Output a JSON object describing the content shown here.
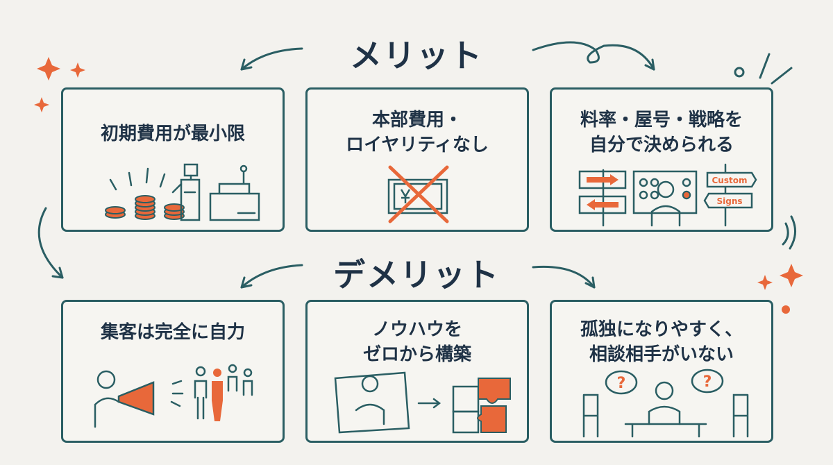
{
  "colors": {
    "teal": "#2a5e63",
    "orange": "#e8683a",
    "navy": "#1f3246",
    "background": "#f3f2ee"
  },
  "merit": {
    "heading": "メリット",
    "cards": [
      {
        "title": "初期費用が最小限",
        "icon": "coins-register-icon"
      },
      {
        "title_lines": [
          "本部費用・",
          "ロイヤリティなし"
        ],
        "icon": "crossed-banknote-icon"
      },
      {
        "title_lines": [
          "料率・屋号・戦略を",
          "自分で決められる"
        ],
        "icon": "decision-control-panel-icon",
        "sign_custom": "Custom",
        "sign_signs": "Signs"
      }
    ]
  },
  "demerit": {
    "heading": "デメリット",
    "cards": [
      {
        "title": "集客は完全に自力",
        "icon": "megaphone-crowd-icon"
      },
      {
        "title_lines": [
          "ノウハウを",
          "ゼロから構築"
        ],
        "icon": "puzzle-icon"
      },
      {
        "title_lines": [
          "孤独になりやすく、",
          "相談相手がいない"
        ],
        "icon": "alone-at-table-icon",
        "question_mark": "?"
      }
    ]
  }
}
